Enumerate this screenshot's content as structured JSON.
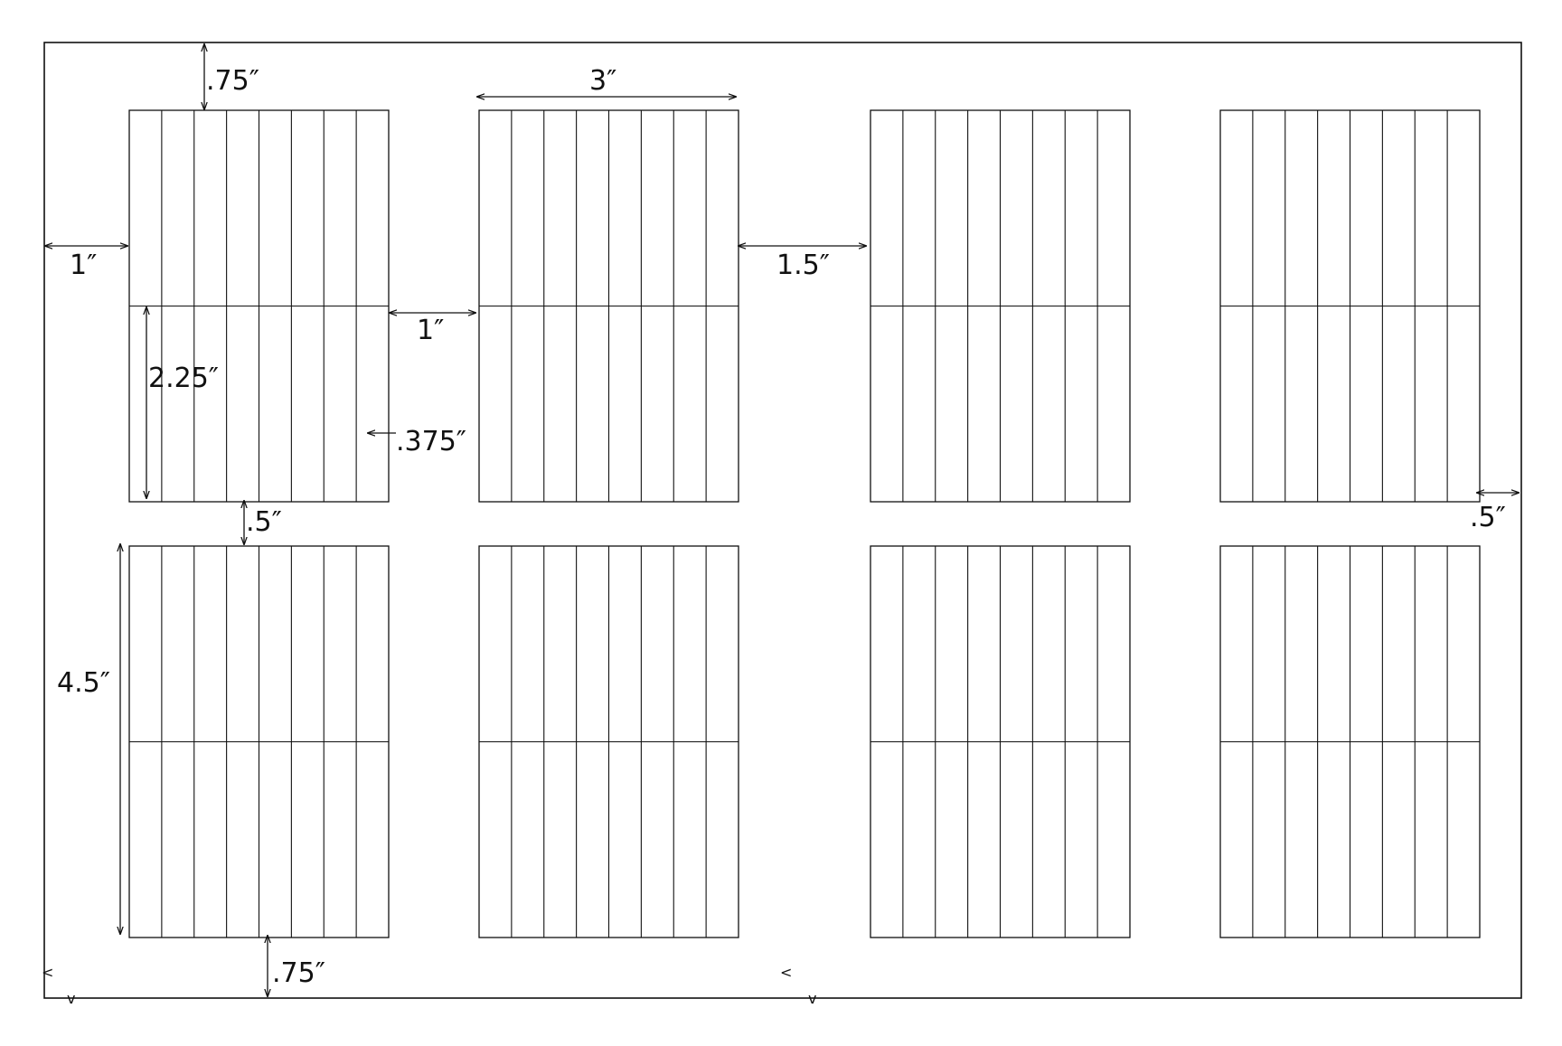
{
  "title": "Label sheet layout diagram",
  "sheet": {
    "width_in": 16.5,
    "height_in": 10.75,
    "blocks_per_row": 4,
    "block_rows": 2,
    "block_width_in": 3,
    "block_height_in": 4.5,
    "strips_per_block": 8,
    "block_split_fraction": 0.5
  },
  "dimensions": {
    "top_margin": ".75″",
    "block_width": "3″",
    "left_margin": "1″",
    "wide_gap": "1.5″",
    "narrow_gap": "1″",
    "half_height": "2.25″",
    "strip_width": ".375″",
    "row_gap": ".5″",
    "right_margin": ".5″",
    "block_height": "4.5″",
    "bottom_margin": ".75″"
  },
  "corner_marks": [
    "<",
    "<"
  ],
  "tick_marks": [
    "v",
    "v"
  ]
}
